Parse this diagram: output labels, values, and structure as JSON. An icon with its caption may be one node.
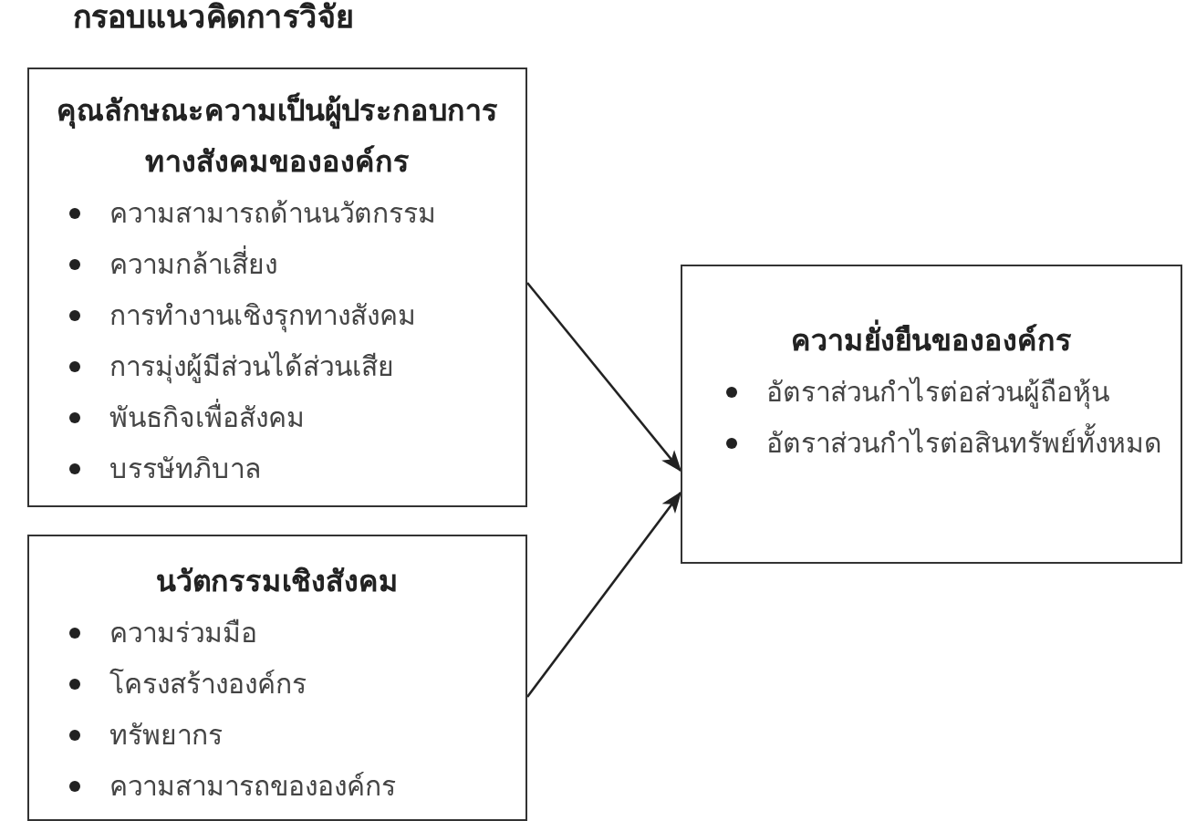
{
  "diagram": {
    "title": "กรอบแนวคิดการวิจัย",
    "nodes": [
      {
        "text": [
          "คุณลักษณะความเป็นผู้ประกอบการทางสังคมขององค์กร",
          "ความสามารถด้านนวัตกรรม",
          "ความกล้าเสี่ยง",
          "การทำงานเชิงรุกทางสังคม",
          "การมุ่งผู้มีส่วนได้ส่วนเสีย",
          "พันธกิจเพื่อสังคม",
          "บรรษัทภิบาล"
        ]
      },
      {
        "text": [
          "นวัตกรรมเชิงสังคม",
          "ความร่วมมือ",
          "โครงสร้างองค์กร",
          "ทรัพยากร",
          "ความสามารถขององค์กร"
        ]
      },
      {
        "text": [
          "ความยั่งยืนขององค์กร",
          "อัตราส่วนกำไรต่อส่วนผู้ถือหุ้น",
          "อัตราส่วนกำไรต่อสินทรัพย์ทั้งหมด"
        ]
      }
    ],
    "edges": [
      {
        "from": 0,
        "to": 2,
        "arrow": "to"
      },
      {
        "from": 1,
        "to": 2,
        "arrow": "to"
      }
    ]
  }
}
